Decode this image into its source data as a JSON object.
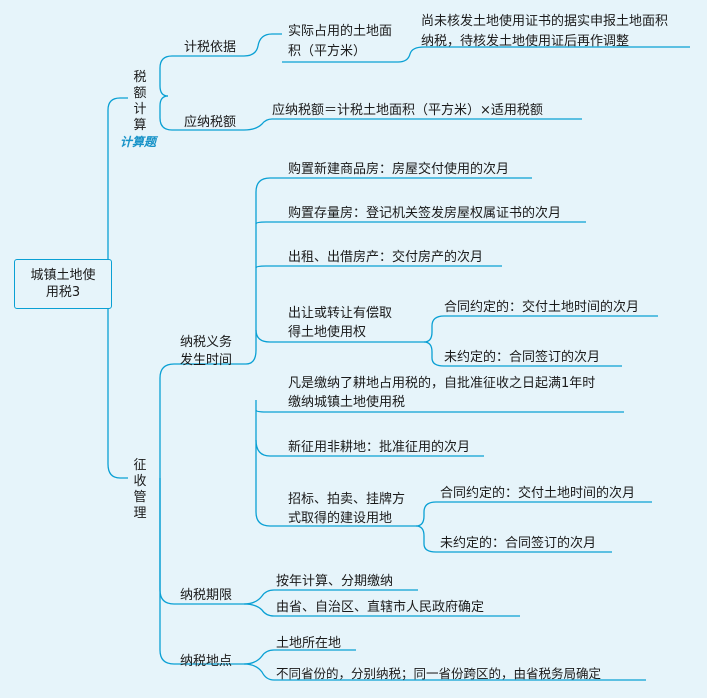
{
  "root": "城镇土地使用税3",
  "branch_calc": {
    "label": "税额计算",
    "tag": "计算题",
    "basis": {
      "label": "计税依据",
      "actual_area": "实际占用的土地面积（平方米）",
      "pending_note_1": "尚未核发土地使用证书的据实申报土地面积",
      "pending_note_2": "纳税，待核发土地使用证后再作调整"
    },
    "payable": {
      "label": "应纳税额",
      "formula": "应纳税额＝计税土地面积（平方米）×适用税额"
    }
  },
  "branch_admin": {
    "label": "征收管理",
    "obligation": {
      "label": "纳税义务发生时间",
      "new_house": "购置新建商品房：房屋交付使用的次月",
      "stock_house": "购置存量房：登记机关签发房屋权属证书的次月",
      "lease": "出租、出借房产：交付房产的次月",
      "transfer_label": "出让或转让有偿取得土地使用权",
      "transfer_contract": "合同约定的：交付土地时间的次月",
      "transfer_no_contract": "未约定的：合同签订的次月",
      "farmland_1": "凡是缴纳了耕地占用税的，自批准征收之日起满1年时",
      "farmland_2": "缴纳城镇土地使用税",
      "non_farmland": "新征用非耕地：批准征用的次月",
      "auction_label": "招标、拍卖、挂牌方式取得的建设用地",
      "auction_contract": "合同约定的：交付土地时间的次月",
      "auction_no_contract": "未约定的：合同签订的次月"
    },
    "period": {
      "label": "纳税期限",
      "item_1": "按年计算、分期缴纳",
      "item_2": "由省、自治区、直辖市人民政府确定"
    },
    "place": {
      "label": "纳税地点",
      "item_1": "土地所在地",
      "item_2": "不同省份的，分别纳税；同一省份跨区的，由省税务局确定"
    }
  },
  "colors": {
    "line": "#0aa0d4",
    "background": "#e6f4fa"
  }
}
